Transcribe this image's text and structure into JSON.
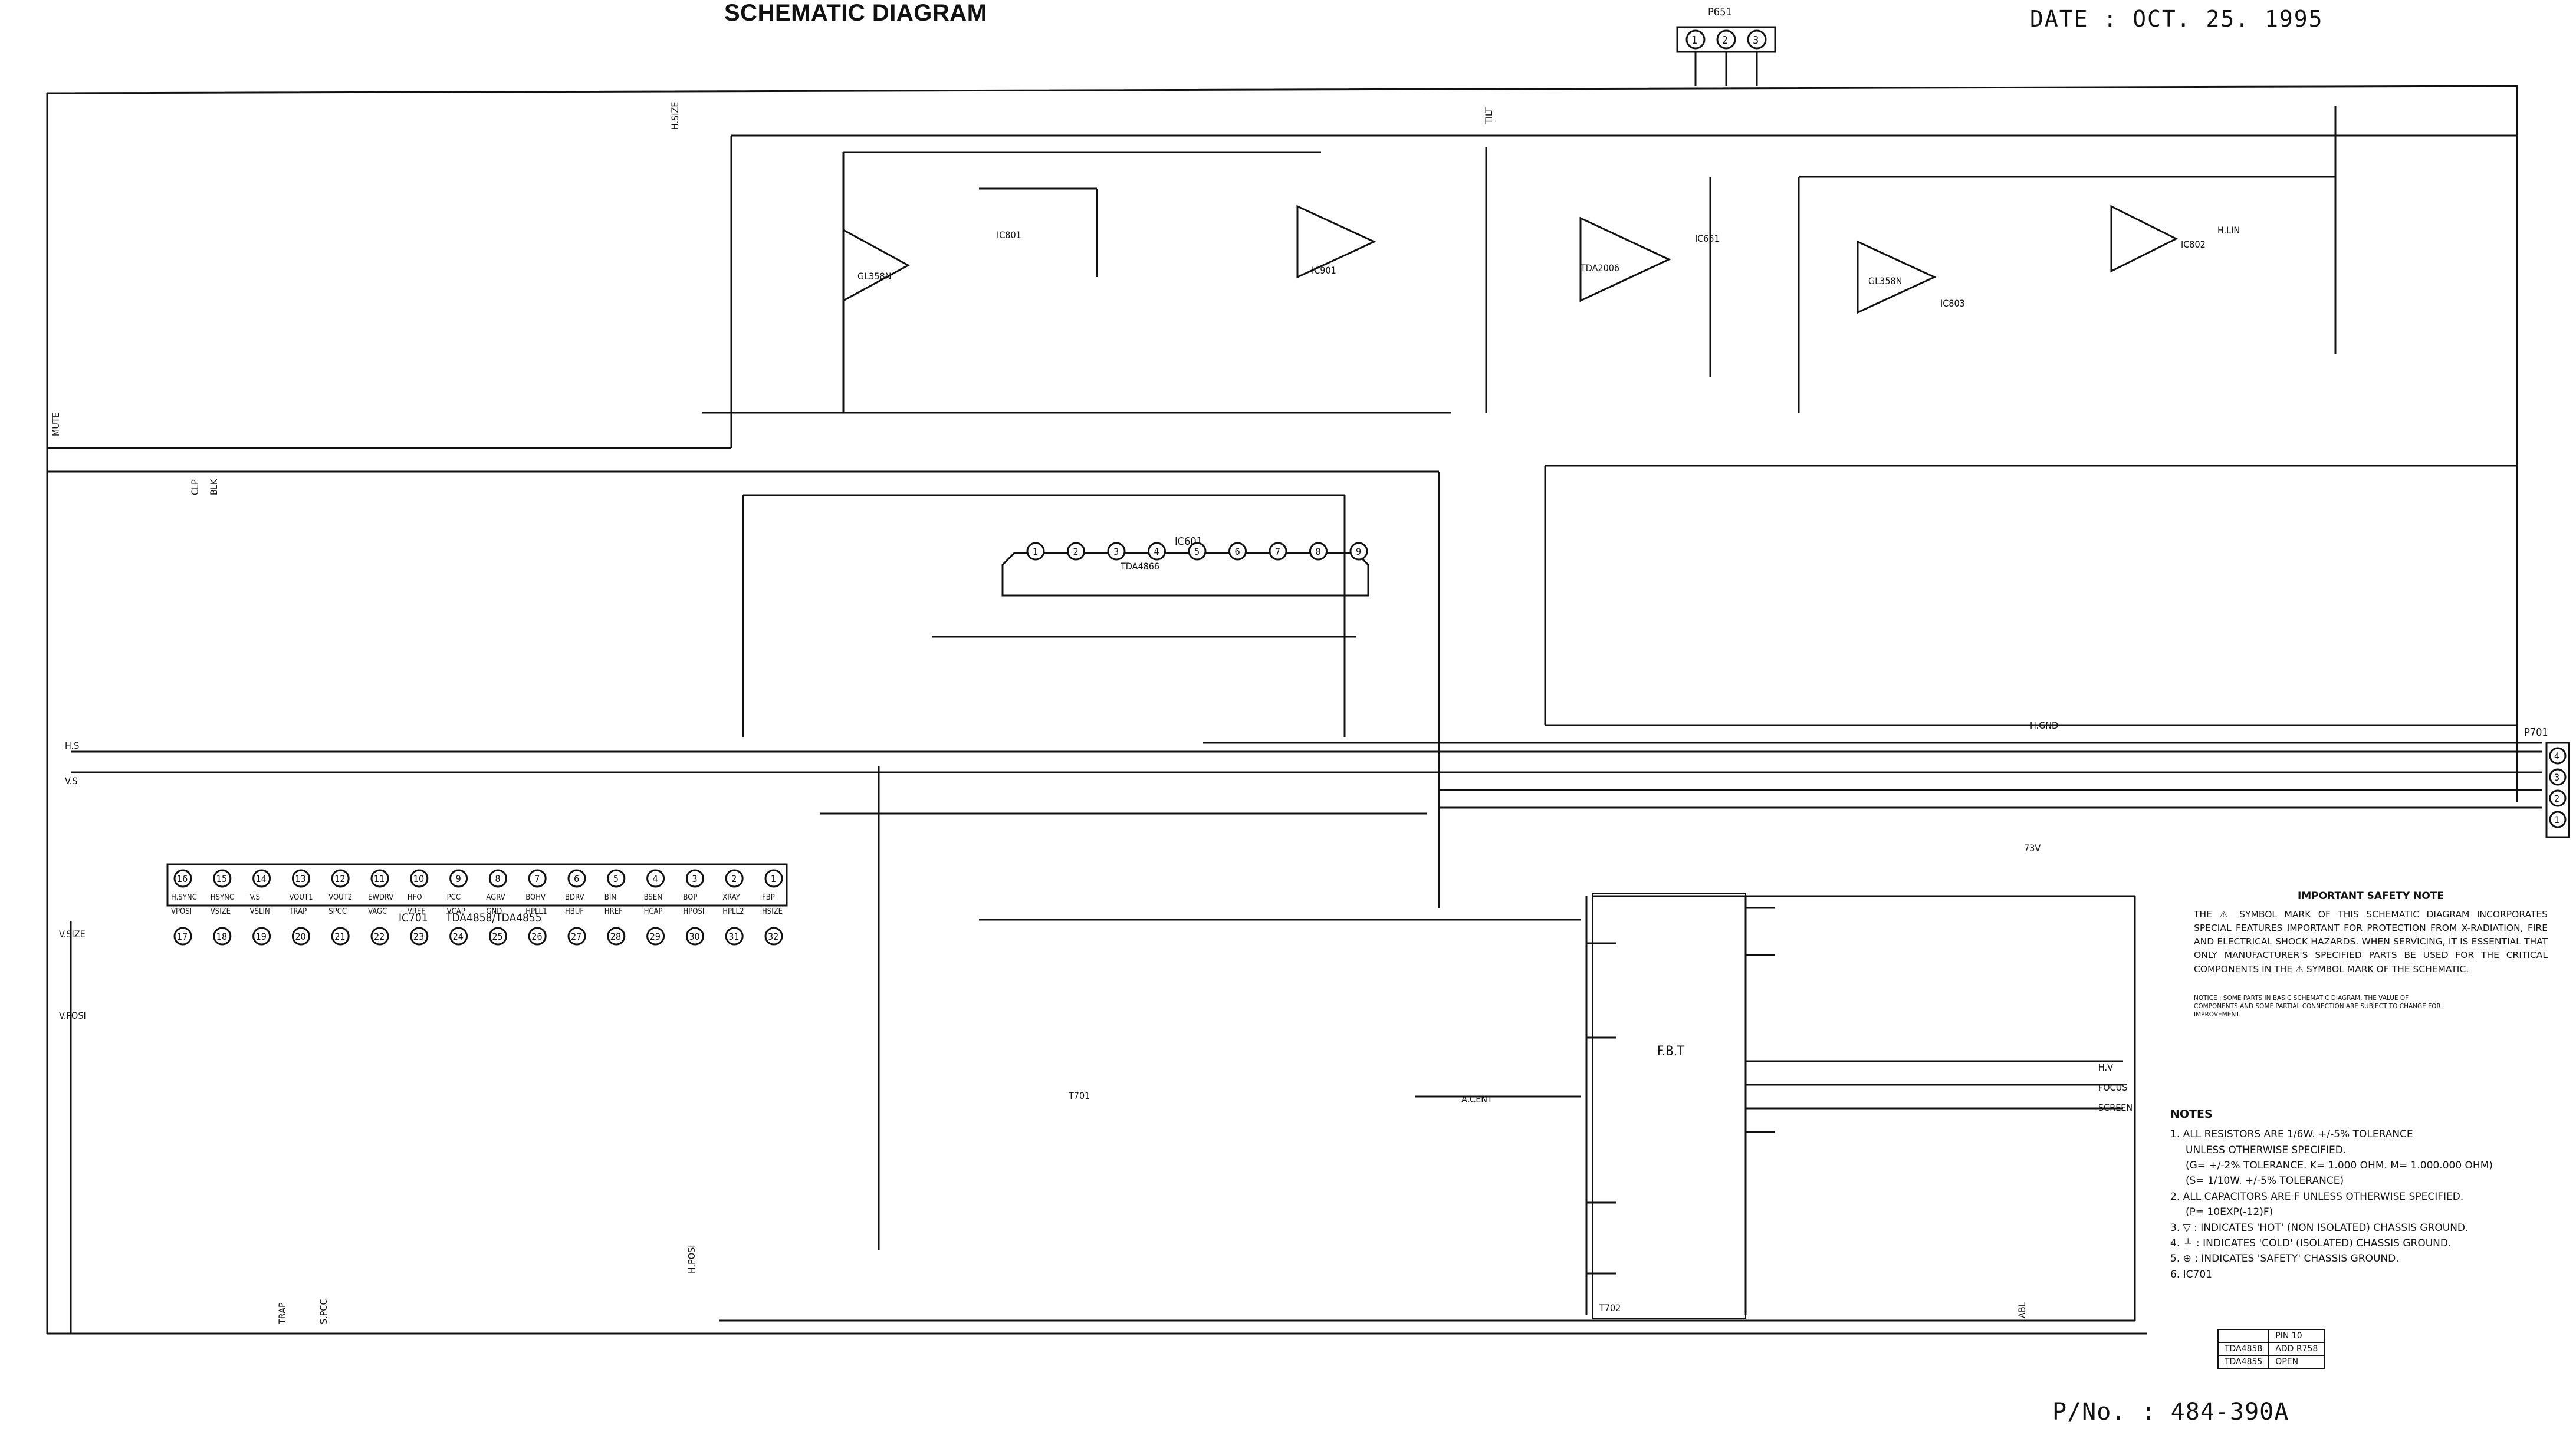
{
  "header": {
    "title": "SCHEMATIC DIAGRAM",
    "date": "DATE : OCT. 25. 1995",
    "part_number": "P/No. : 484-390A"
  },
  "connectors": {
    "p651": "P651",
    "p701": "P701",
    "p651_pins": [
      "1",
      "2",
      "3"
    ],
    "p701_pins": [
      "4",
      "3",
      "2",
      "1"
    ]
  },
  "ic701": {
    "name": "IC701",
    "part": "TDA4858/TDA4855",
    "pins_top": [
      "16",
      "15",
      "14",
      "13",
      "12",
      "11",
      "10",
      "9",
      "8",
      "7",
      "6",
      "5",
      "4",
      "3",
      "2",
      "1"
    ],
    "pins_bottom": [
      "17",
      "18",
      "19",
      "20",
      "21",
      "22",
      "23",
      "24",
      "25",
      "26",
      "27",
      "28",
      "29",
      "30",
      "31",
      "32"
    ],
    "labels_top": [
      "H.SYNC",
      "HSYNC",
      "V.S",
      "VOUT1",
      "VOUT2",
      "EWDRV",
      "HFO",
      "PCC",
      "AGRV",
      "BOHV",
      "BDRV",
      "BIN",
      "BSEN",
      "BOP",
      "XRAY",
      "FBP"
    ],
    "labels_bottom": [
      "VPOSI",
      "VSIZE",
      "VSLIN",
      "TRAP",
      "SPCC",
      "VAGC",
      "VREF",
      "VCAP",
      "GND",
      "HPLL1",
      "HBUF",
      "HREF",
      "HCAP",
      "HPOSI",
      "HPLL2",
      "HSIZE"
    ]
  },
  "ic601": {
    "name": "IC601",
    "part": "TDA4866",
    "pins": [
      "1",
      "2",
      "3",
      "4",
      "5",
      "6",
      "7",
      "8",
      "9"
    ]
  },
  "labels": {
    "ic801": "IC801",
    "ic901": "IC901",
    "ic651": "IC651",
    "ic803": "IC803",
    "ic802": "IC802",
    "gl358n": "GL358N",
    "tda2006": "TDA2006",
    "fbt": "F.B.T",
    "t702": "T702",
    "t701": "T701",
    "hv": "H.V",
    "focus": "FOCUS",
    "screen": "SCREEN",
    "v73": "73V",
    "gnd_h": "H.GND",
    "hsize": "H.SIZE",
    "vsize": "V.SIZE",
    "vposi": "V.POSI",
    "mute": "MUTE",
    "clp": "CLP",
    "blk": "BLK",
    "hs": "H.S",
    "vs": "V.S",
    "hlin": "H.LIN",
    "hposi": "H.POSI",
    "tilt": "TILT",
    "spcc": "S.PCC",
    "trap": "TRAP",
    "abl": "ABL",
    "acent": "A.CENT"
  },
  "safety_note": {
    "heading": "IMPORTANT SAFETY NOTE",
    "body": "THE ⚠ SYMBOL MARK OF THIS SCHEMATIC DIAGRAM INCORPORATES SPECIAL FEATURES IMPORTANT FOR PROTECTION FROM X-RADIATION, FIRE AND ELECTRICAL SHOCK HAZARDS. WHEN SERVICING, IT IS ESSENTIAL THAT ONLY MANUFACTURER'S SPECIFIED PARTS BE USED FOR THE CRITICAL COMPONENTS IN THE ⚠ SYMBOL MARK OF THE SCHEMATIC.",
    "fine": "NOTICE : SOME PARTS IN BASIC SCHEMATIC DIAGRAM. THE VALUE OF COMPONENTS AND SOME PARTIAL CONNECTION ARE SUBJECT TO CHANGE FOR IMPROVEMENT."
  },
  "notes": {
    "heading": "NOTES",
    "items": [
      "1. ALL RESISTORS ARE 1/6W. +/-5% TOLERANCE",
      "UNLESS OTHERWISE SPECIFIED.",
      "(G= +/-2% TOLERANCE. K= 1.000 OHM. M= 1.000.000 OHM)",
      "(S= 1/10W. +/-5% TOLERANCE)",
      "2. ALL CAPACITORS ARE F UNLESS OTHERWISE SPECIFIED.",
      "(P= 10EXP(-12)F)",
      "3. ▽ : INDICATES 'HOT' (NON ISOLATED) CHASSIS GROUND.",
      "4. ⏚ : INDICATES 'COLD' (ISOLATED) CHASSIS GROUND.",
      "5. ⊕ : INDICATES 'SAFETY' CHASSIS GROUND.",
      "6. IC701"
    ]
  },
  "pin_table": {
    "header": [
      "",
      "PIN 10"
    ],
    "rows": [
      [
        "TDA4858",
        "ADD R758"
      ],
      [
        "TDA4855",
        "OPEN"
      ]
    ]
  }
}
